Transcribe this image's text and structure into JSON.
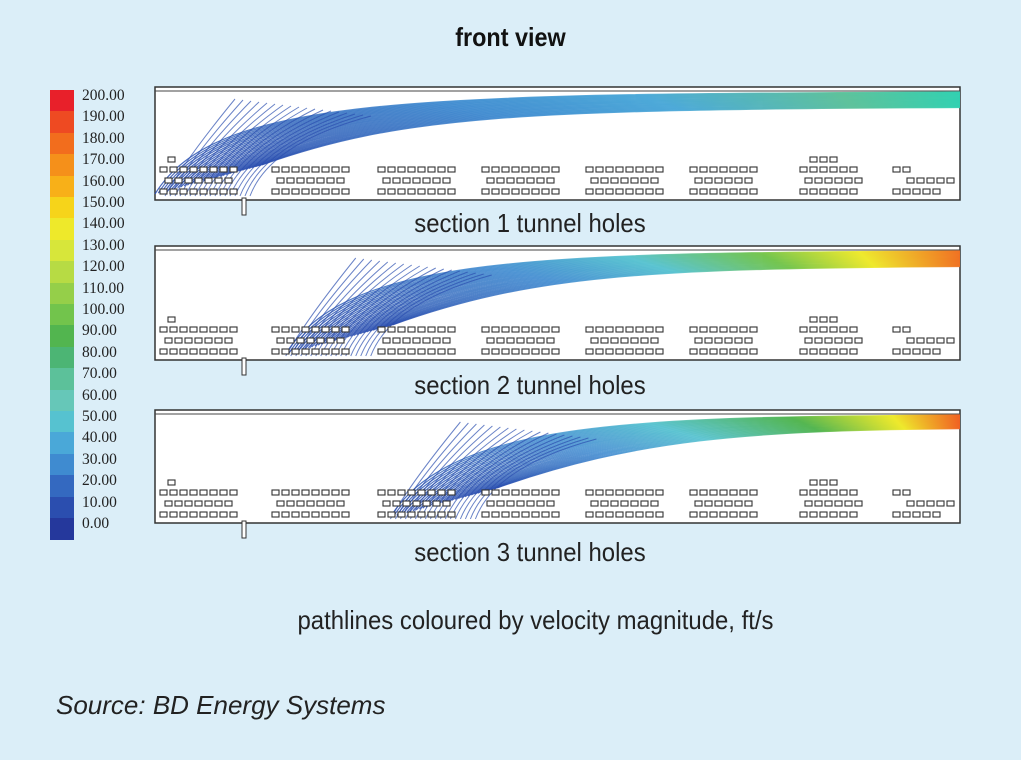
{
  "title": "front view",
  "colorbar": {
    "unit_caption": "pathlines coloured by velocity magnitude, ft/s",
    "ticks": [
      "200.00",
      "190.00",
      "180.00",
      "170.00",
      "160.00",
      "150.00",
      "140.00",
      "130.00",
      "120.00",
      "110.00",
      "100.00",
      "90.00",
      "80.00",
      "70.00",
      "60.00",
      "50.00",
      "40.00",
      "30.00",
      "20.00",
      "10.00",
      "0.00"
    ],
    "colors": [
      "#e8202a",
      "#ee4a22",
      "#f26d1d",
      "#f5901a",
      "#f8b018",
      "#f6d41a",
      "#eee92a",
      "#d7e63a",
      "#b7db44",
      "#95cf49",
      "#72c44c",
      "#52b54f",
      "#4cb574",
      "#5cc19a",
      "#66c7b8",
      "#56c2d0",
      "#4aa8d8",
      "#3f8bd0",
      "#3469c0",
      "#2b4eaf",
      "#25389c"
    ]
  },
  "sections": [
    {
      "label": "section 1 tunnel holes",
      "flow_start": 0.0,
      "exit_color": "#2fd0b0"
    },
    {
      "label": "section 2 tunnel holes",
      "flow_start": 0.15,
      "exit_color": "#f07020"
    },
    {
      "label": "section 3 tunnel holes",
      "flow_start": 0.28,
      "exit_color": "#f06020"
    }
  ],
  "source": "Source: BD Energy Systems"
}
